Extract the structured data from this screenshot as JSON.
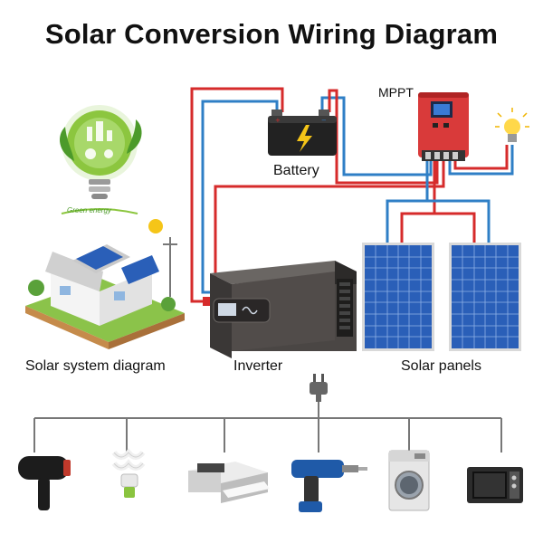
{
  "title": "Solar Conversion Wiring Diagram",
  "labels": {
    "battery": "Battery",
    "mppt": "MPPT",
    "inverter": "Inverter",
    "solar_panels": "Solar panels",
    "solar_system": "Solar system diagram",
    "green_energy": "Green energy"
  },
  "colors": {
    "positive_wire": "#d62b2b",
    "negative_wire": "#2f7fc6",
    "load_wire": "#777777",
    "mppt_body": "#d93a3a",
    "inverter_body": "#4a4644",
    "panel_cell": "#2a5fb8",
    "green": "#6cb33f"
  },
  "appliances": [
    "hair-dryer-icon",
    "cfl-bulb-icon",
    "printer-icon",
    "power-drill-icon",
    "washing-machine-icon",
    "microwave-oven-icon"
  ]
}
